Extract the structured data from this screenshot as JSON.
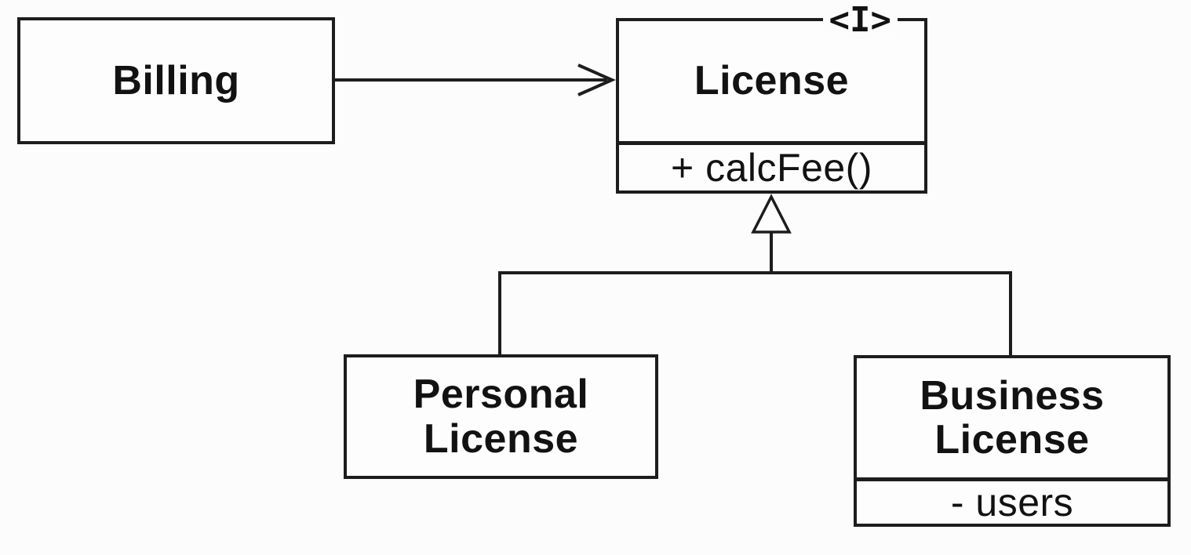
{
  "colors": {
    "line": "#1d1d1d",
    "text": "#121212",
    "background": "#fcfcfc",
    "box_fill": "#fdfdfd"
  },
  "classes": {
    "billing": {
      "name": "Billing"
    },
    "license": {
      "stereotype": "<I>",
      "name": "License",
      "operations": [
        "+ calcFee()"
      ]
    },
    "personal_license": {
      "name_lines": [
        "Personal",
        "License"
      ]
    },
    "business_license": {
      "name_lines": [
        "Business",
        "License"
      ],
      "attributes": [
        "- users"
      ]
    }
  },
  "relationships": [
    {
      "type": "directed-association",
      "from": "Billing",
      "to": "License",
      "arrowhead": "open"
    },
    {
      "type": "generalization",
      "from": "Personal License",
      "to": "License",
      "arrowhead": "hollow-triangle"
    },
    {
      "type": "generalization",
      "from": "Business License",
      "to": "License",
      "arrowhead": "hollow-triangle"
    }
  ]
}
